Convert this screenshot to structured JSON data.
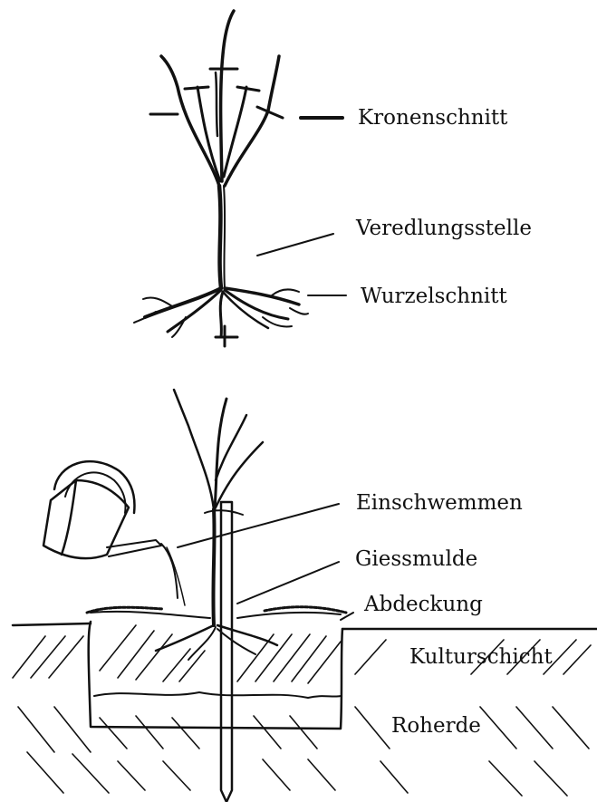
{
  "labels": {
    "kronenschnitt": "Kronenschnitt",
    "veredlungsstelle": "Veredlungsstelle",
    "wurzelschnitt": "Wurzelschnitt",
    "einschwemmen": "Einschwemmen",
    "giessmulde": "Giessmulde",
    "abdeckung": "Abdeckung",
    "kulturschicht": "Kulturschicht",
    "roherde": "Roherde"
  }
}
